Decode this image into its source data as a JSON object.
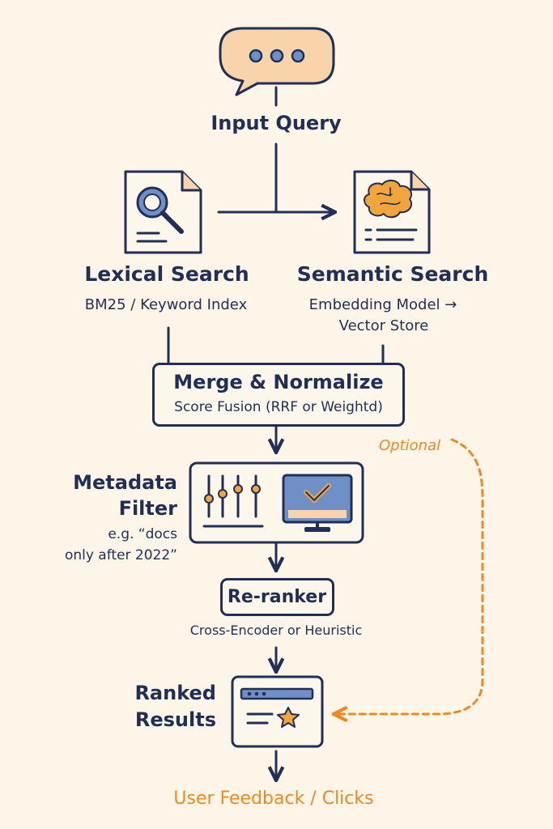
{
  "input": {
    "title": "Input Query"
  },
  "lexical": {
    "title": "Lexical Search",
    "subtitle": "BM25 / Keyword Index"
  },
  "semantic": {
    "title": "Semantic Search",
    "subtitle_line1": "Embedding Model →",
    "subtitle_line2": "Vector Store"
  },
  "merge": {
    "title": "Merge & Normalize",
    "subtitle": "Score Fusion (RRF or Weightd)"
  },
  "optional_label": "Optional",
  "metadata": {
    "title_line1": "Metadata",
    "title_line2": "Filter",
    "example_line1": "e.g. “docs",
    "example_line2": "only after 2022”"
  },
  "reranker": {
    "title": "Re-ranker",
    "subtitle": "Cross-Encoder or Heuristic"
  },
  "results": {
    "title_line1": "Ranked",
    "title_line2": "Results"
  },
  "feedback": {
    "label": "User Feedback / Clicks"
  },
  "colors": {
    "navy": "#1f2f57",
    "orange": "#ee8a1d",
    "peach": "#f9d3aa",
    "background": "#fcf5e8",
    "blue_fill": "#6f90c6"
  },
  "icons": [
    "speech-bubble-icon",
    "document-search-icon",
    "document-brain-icon",
    "sliders-icon",
    "monitor-check-icon",
    "browser-star-icon"
  ]
}
